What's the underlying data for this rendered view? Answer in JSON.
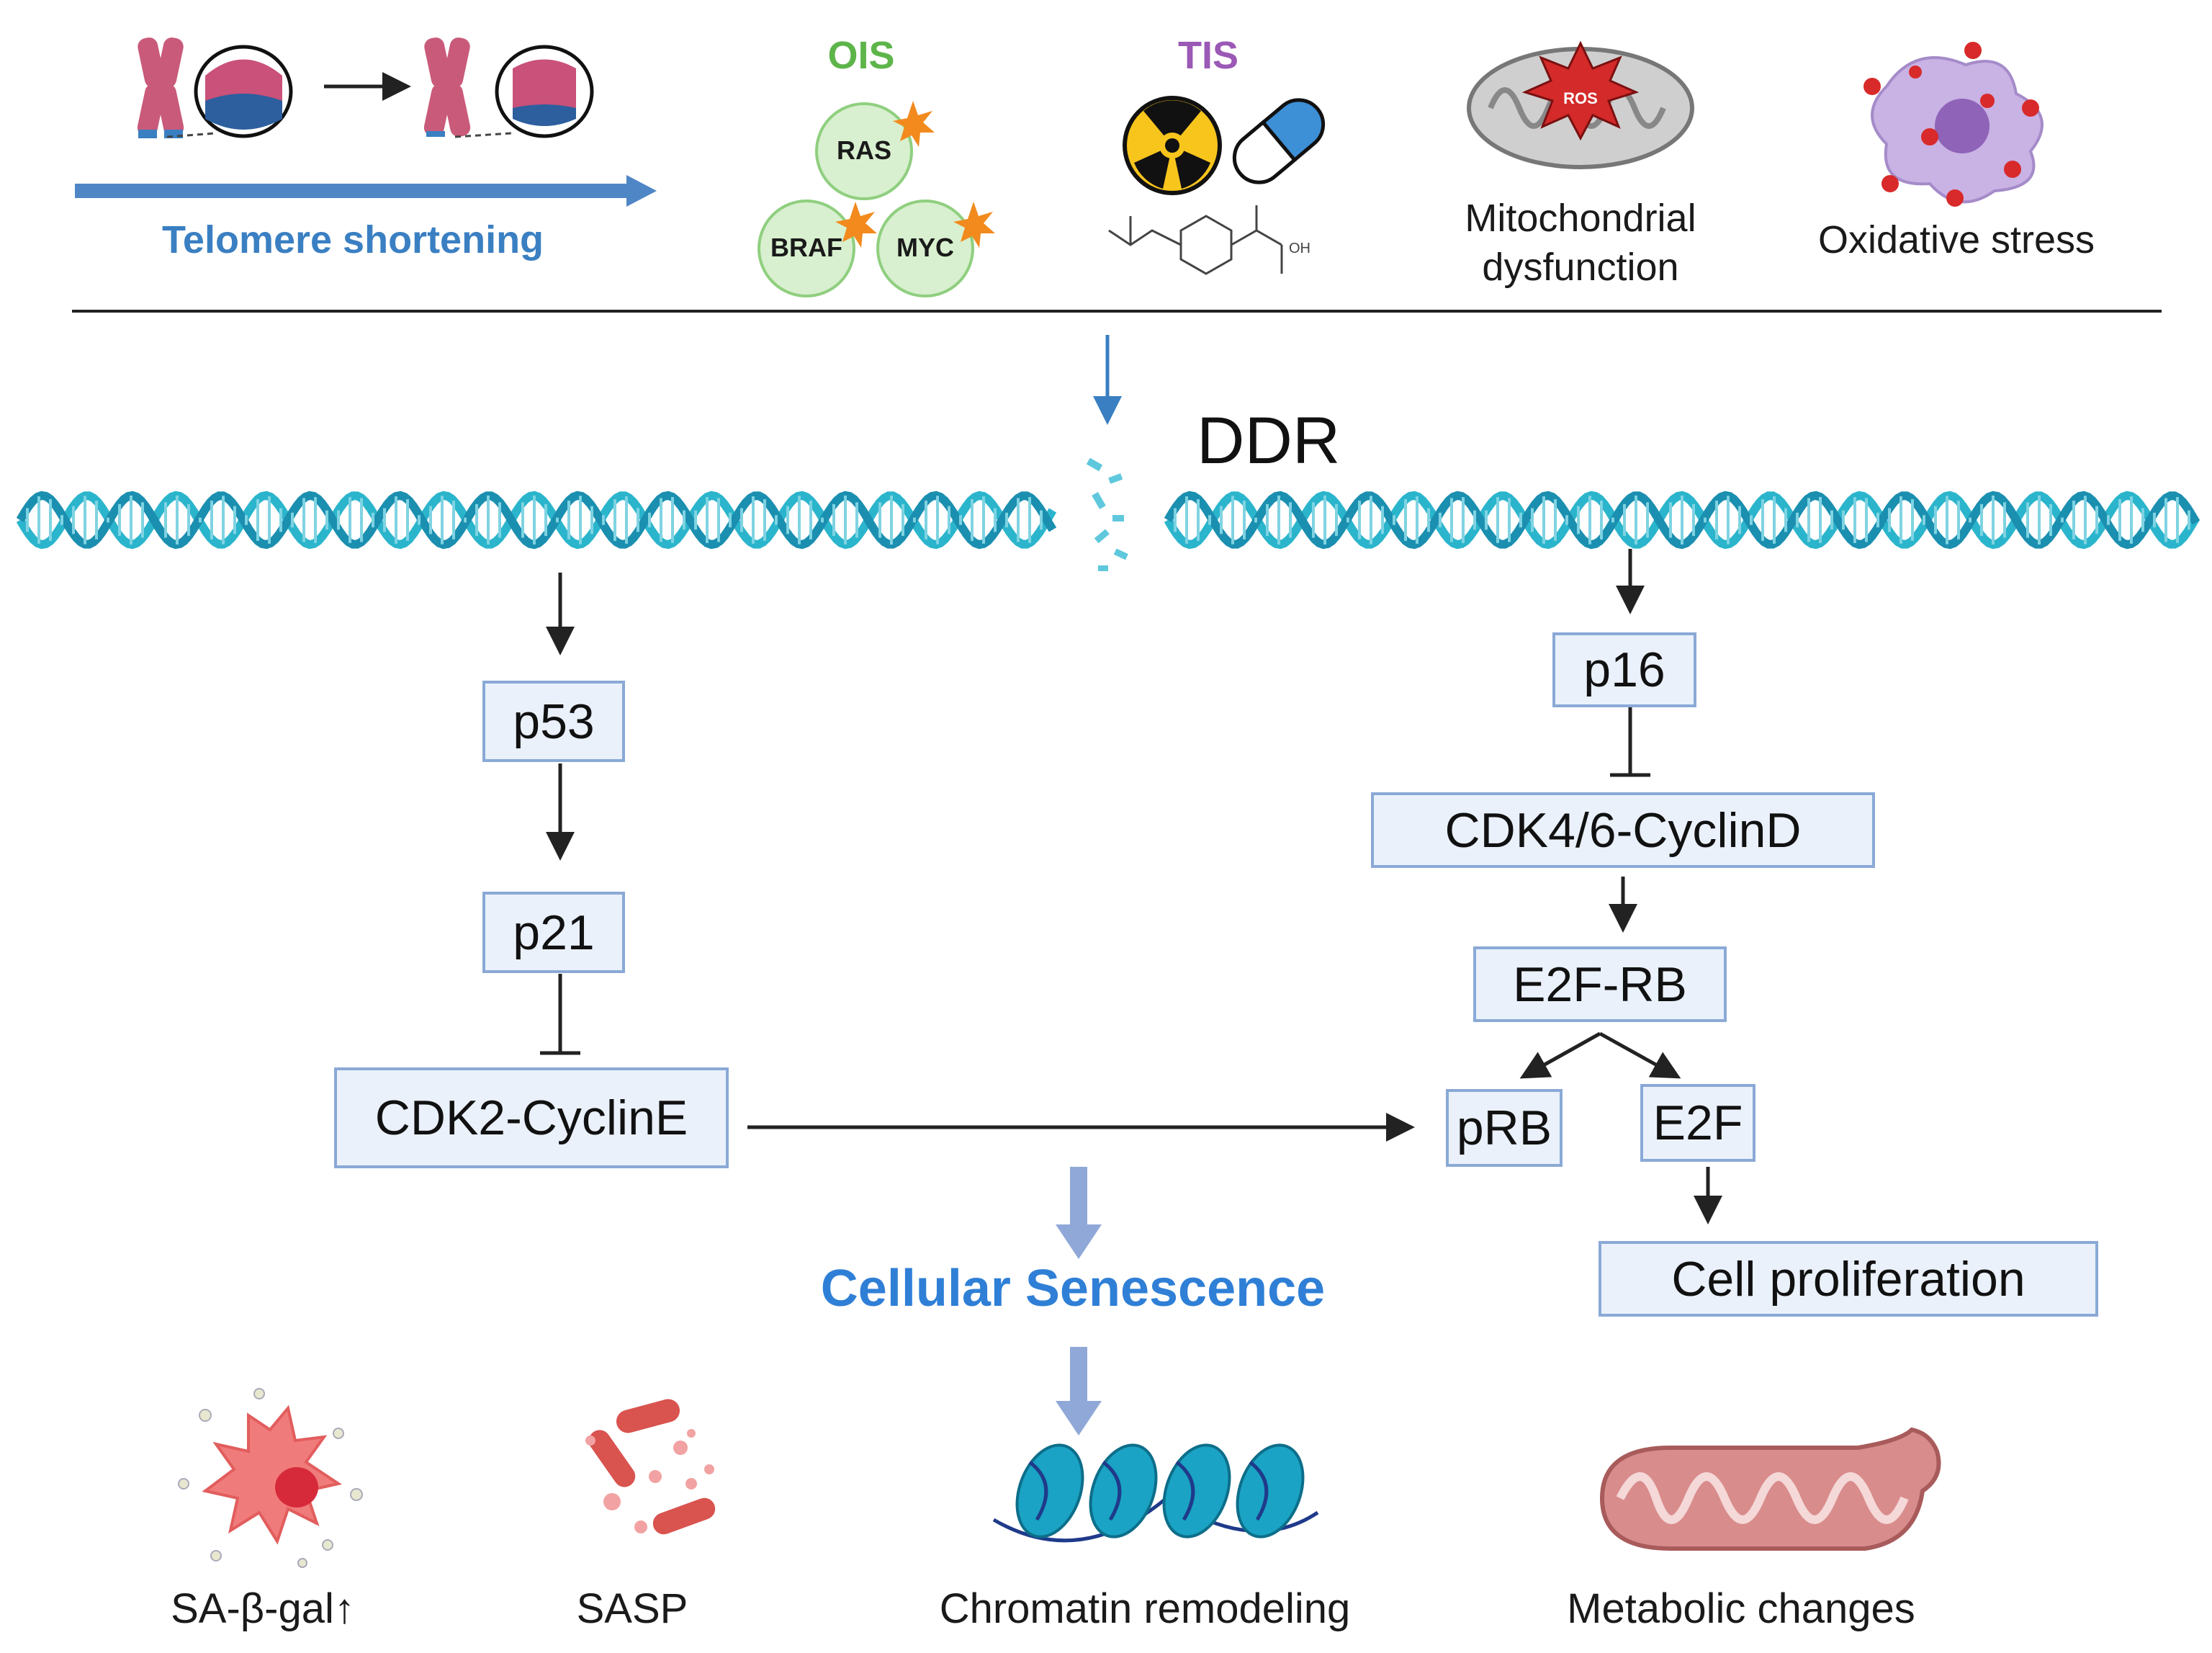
{
  "triggers": {
    "telomere": "Telomere shortening",
    "ois": {
      "title": "OIS",
      "oncogenes": [
        "RAS",
        "BRAF",
        "MYC"
      ]
    },
    "tis": {
      "title": "TIS",
      "hydroxyl": "OH"
    },
    "mito": {
      "line1": "Mitochondrial",
      "line2": "dysfunction",
      "badge": "ROS"
    },
    "oxidative": "Oxidative stress"
  },
  "pathway": {
    "ddr": "DDR",
    "p53": "p53",
    "p21": "p21",
    "cdk2": "CDK2-CyclinE",
    "p16": "p16",
    "cdk46": "CDK4/6-CyclinD",
    "e2frb": "E2F-RB",
    "prb": "pRB",
    "e2f": "E2F",
    "prolif": "Cell proliferation"
  },
  "outcome": {
    "title": "Cellular Senescence",
    "hallmarks": [
      "SA-β-gal↑",
      "SASP",
      "Chromatin remodeling",
      "Metabolic changes"
    ]
  },
  "colors": {
    "ois": "#5db54a",
    "tis": "#9b59b6",
    "telomere": "#3a7fc2",
    "senescence": "#2f7fd6",
    "box_fill": "#eaf1fb",
    "box_border": "#8aa9d6",
    "dna": "#2bb5cc",
    "arrow": "#222222",
    "soft_arrow": "#8fa8d8"
  }
}
